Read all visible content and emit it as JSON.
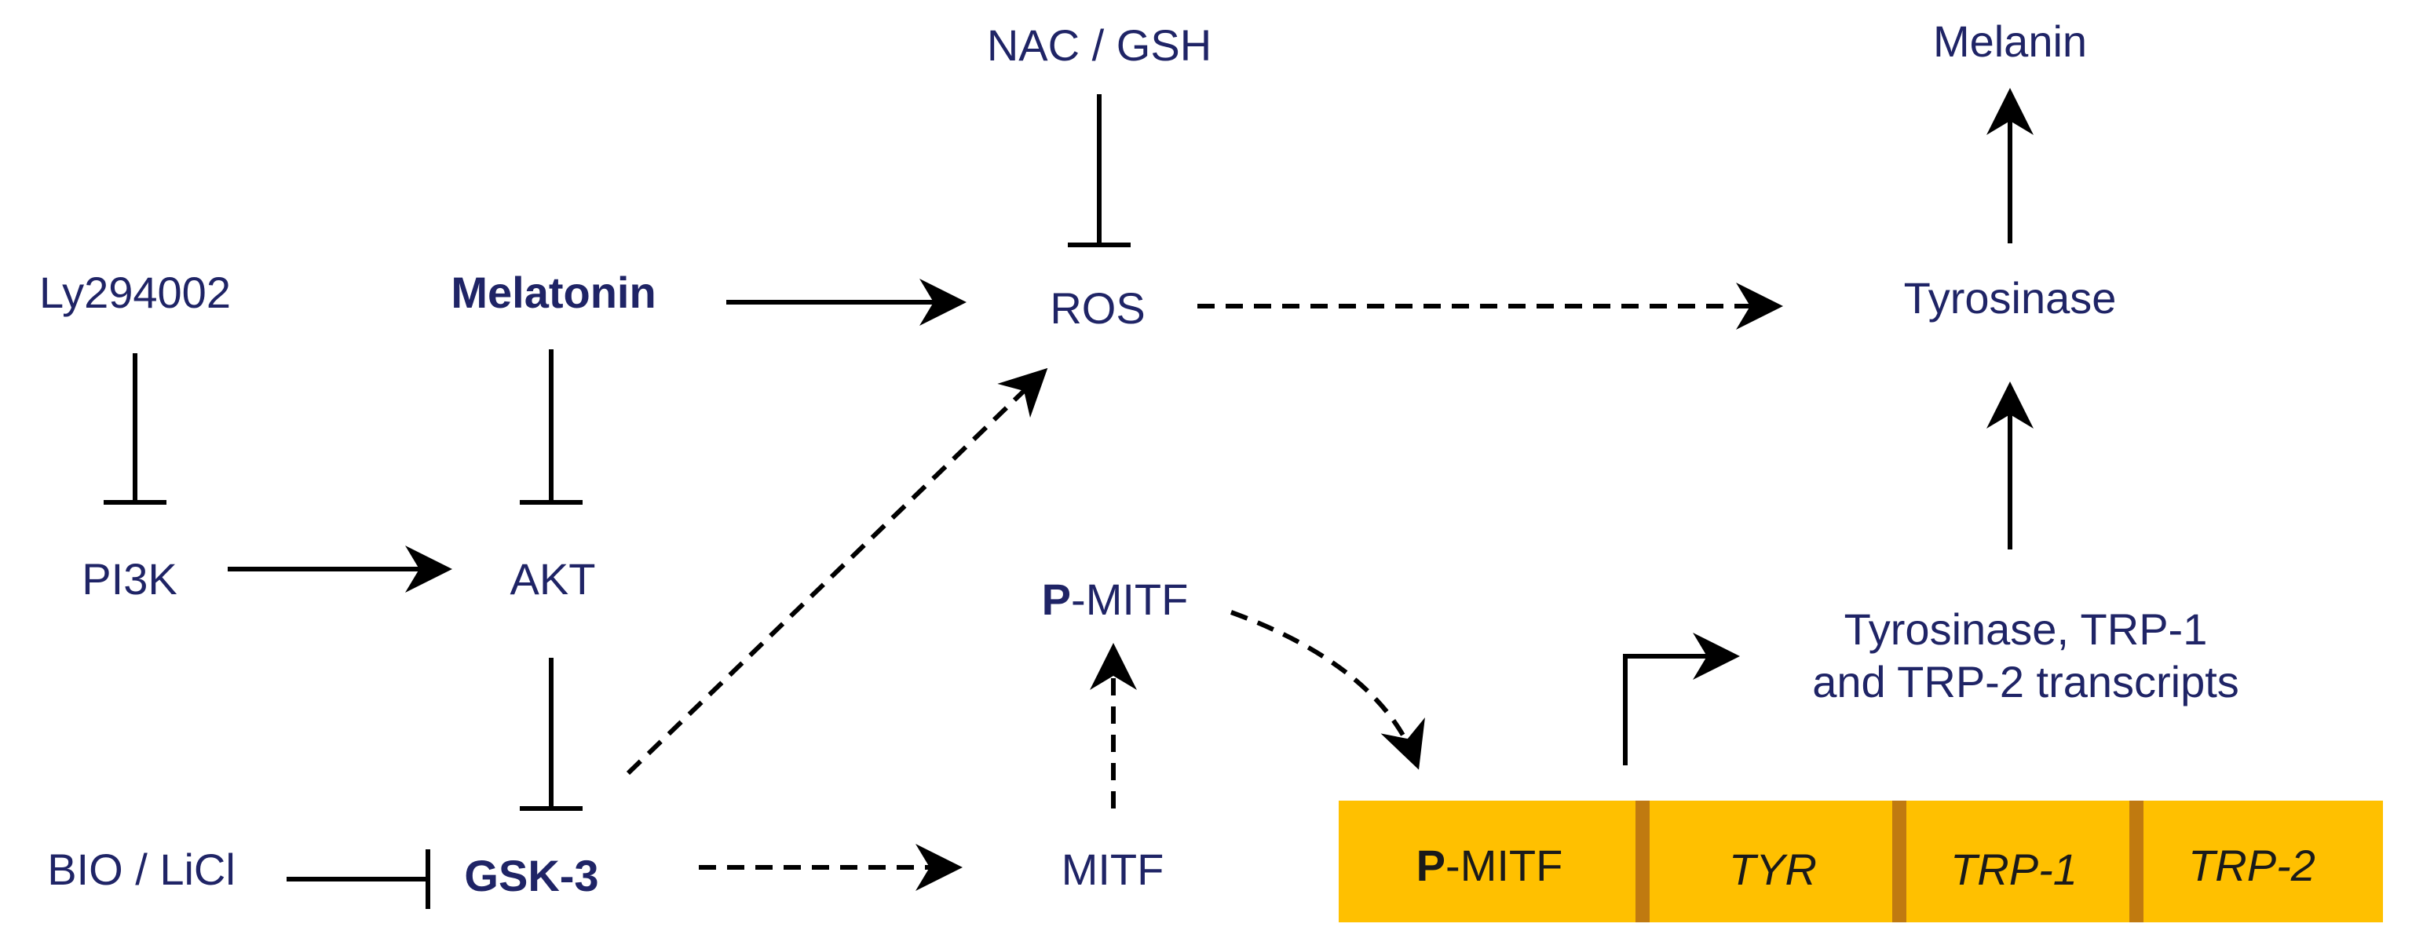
{
  "nodes": {
    "ly294002": "Ly294002",
    "melatonin": "Melatonin",
    "nac_gsh": "NAC / GSH",
    "ros": "ROS",
    "melanin": "Melanin",
    "tyrosinase": "Tyrosinase",
    "pi3k": "PI3K",
    "akt": "AKT",
    "p_mitf_prefix": "P",
    "p_mitf_suffix": "-MITF",
    "transcripts_line1": "Tyrosinase, TRP-1",
    "transcripts_line2": "and TRP-2 transcripts",
    "bio_licl": "BIO / LiCl",
    "gsk3": "GSK-3",
    "mitf": "MITF"
  },
  "gene_box": {
    "fill_color": "#ffc000",
    "divider_color": "#c07a10",
    "segments": [
      {
        "prefix": "P",
        "suffix": "-MITF"
      },
      {
        "text": "TYR"
      },
      {
        "text": "TRP-1"
      },
      {
        "text": "TRP-2"
      }
    ]
  },
  "colors": {
    "label_text": "#1f2466",
    "arrow": "#000000"
  }
}
